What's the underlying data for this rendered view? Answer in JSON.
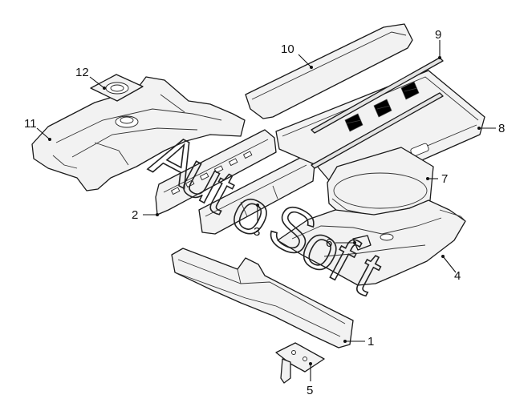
{
  "watermark": {
    "letters": [
      "A",
      "u",
      "t",
      "o",
      "S",
      "o",
      "f",
      "t"
    ]
  },
  "callouts": {
    "c1": "1",
    "c2": "2",
    "c3": "3",
    "c4": "4",
    "c5": "5",
    "c6": "6",
    "c7": "7",
    "c8": "8",
    "c9": "9",
    "c10": "10",
    "c11": "11",
    "c12": "12"
  }
}
